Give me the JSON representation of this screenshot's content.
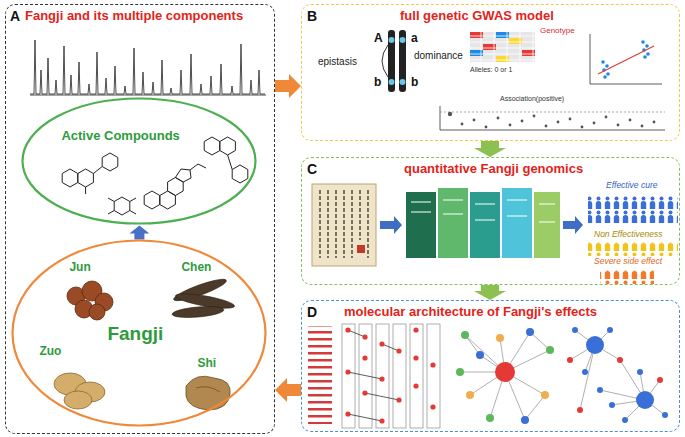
{
  "diagram": {
    "nodes": [
      {
        "text": [
          "A",
          "Fangji and its multiple components"
        ]
      },
      {
        "text": [
          "Active Compounds"
        ],
        "in": 0
      },
      {
        "text": [
          "Jun",
          "Chen",
          "Fangji",
          "Zuo",
          "Shi"
        ],
        "in": 0
      },
      {
        "text": [
          "B",
          "full genetic GWAS model"
        ]
      },
      {
        "text": [
          "C",
          "quantitative Fangji genomics"
        ]
      },
      {
        "text": [
          "D",
          "molecular architecture of Fangji's effects"
        ]
      }
    ],
    "edges": [
      {
        "from": 0,
        "to": 3,
        "arrow": "to"
      },
      {
        "from": 3,
        "to": 4,
        "arrow": "to"
      },
      {
        "from": 4,
        "to": 5,
        "arrow": "to"
      },
      {
        "from": 5,
        "to": 0,
        "arrow": "to"
      },
      {
        "from": 2,
        "to": 1,
        "arrow": "to"
      }
    ],
    "labels": [
      "A",
      "a",
      "b",
      "b",
      "epistasis",
      "dominance",
      "Genotype",
      "Alleles: 0 or 1",
      "Association(positive)",
      "Effective cure",
      "Non Effectiveness",
      "Severe side effect"
    ]
  }
}
